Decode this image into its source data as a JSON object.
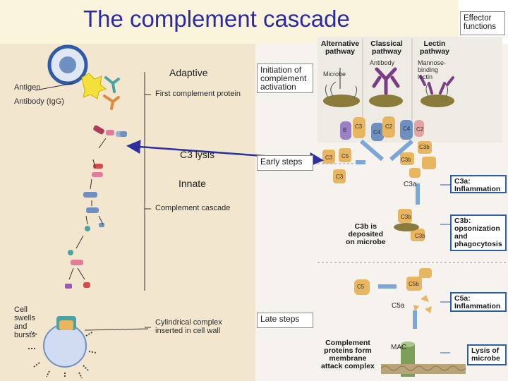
{
  "title": "The complement cascade",
  "left": {
    "adaptive_label": "Adaptive",
    "c3_lysis_label": "C3 lysis",
    "innate_label": "Innate",
    "antigen_label": "Antigen",
    "antibody_label": "Antibody (IgG)",
    "first_protein_label": "First complement protein",
    "cascade_label": "Complement cascade",
    "cell_label_lines": [
      "Cell",
      "swells",
      "and",
      "bursts"
    ],
    "complex_label_lines": [
      "Cylindrical complex",
      "inserted in cell wall"
    ]
  },
  "right": {
    "effector_lines": [
      "Effector",
      "functions"
    ],
    "initiation_lines": [
      "Initiation of",
      "complement",
      "activation"
    ],
    "early_steps": "Early steps",
    "late_steps": "Late steps",
    "pathways": [
      {
        "lines": [
          "Alternative",
          "pathway"
        ]
      },
      {
        "lines": [
          "Classical",
          "pathway"
        ]
      },
      {
        "lines": [
          "Lectin",
          "pathway"
        ]
      }
    ],
    "microbe_label": "Microbe",
    "antibody_label": "Antibody",
    "lectin_lines": [
      "Mannose-",
      "binding",
      "lectin"
    ],
    "c3b_deposited_lines": [
      "C3b is",
      "deposited",
      "on microbe"
    ],
    "mac_lines": [
      "Complement",
      "proteins form",
      "membrane",
      "attack complex"
    ],
    "mac_label": "MAC",
    "effects": [
      {
        "lines": [
          "C3a:",
          "Inflammation"
        ]
      },
      {
        "lines": [
          "C3b:",
          "opsonization",
          "and",
          "phagocytosis"
        ]
      },
      {
        "lines": [
          "C5a:",
          "Inflammation"
        ]
      },
      {
        "lines": [
          "Lysis of",
          "microbe"
        ]
      }
    ],
    "fragments": {
      "b": "B",
      "c3": "C3",
      "c4": "C4",
      "c2": "C2",
      "c4b": "C4",
      "c2b": "C2",
      "c3b": "C3b",
      "c3bb": "C3b",
      "c5_a": "C3",
      "c5_b": "C5",
      "c3_c": "C3",
      "c3a": "C3a",
      "c5": "C5",
      "c5b": "C5b",
      "c5a": "C5a",
      "c3b_low": "C3b",
      "c3b_mid": "C3b"
    }
  },
  "colors": {
    "title": "#2a2aa6",
    "effector_border": "#2c5fa8",
    "arrow": "#2e2e9e"
  }
}
